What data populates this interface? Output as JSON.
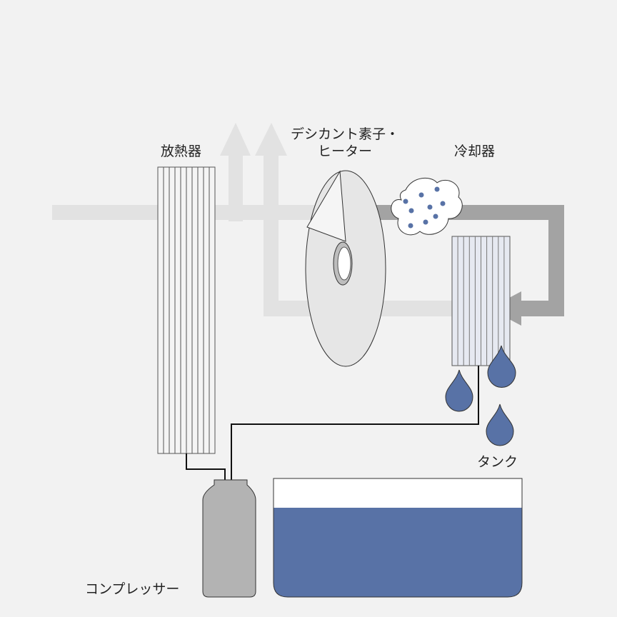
{
  "labels": {
    "radiator": "放熱器",
    "desiccant_line1": "デシカント素子・",
    "desiccant_line2": "ヒーター",
    "cooler": "冷却器",
    "tank": "タンク",
    "compressor": "コンプレッサー"
  },
  "colors": {
    "background": "#f2f2f2",
    "air_flow_light": "#e2e2e2",
    "air_flow_dark": "#a3a3a3",
    "radiator_fill": "#f4f4f4",
    "cooler_fill": "#e6e9f1",
    "water": "#5872a6",
    "tank_top": "#ffffff",
    "compressor": "#b3b3b3",
    "disk": "#e6e6e6",
    "pipe": "#111111"
  }
}
